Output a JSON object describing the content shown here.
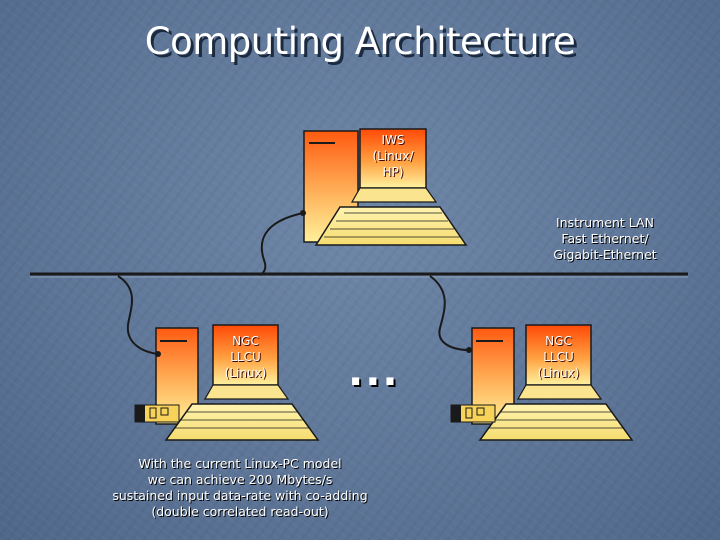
{
  "title": "Computing Architecture",
  "network_label": [
    "Instrument LAN",
    "Fast Ethernet/",
    "Gigabit-Ethernet"
  ],
  "ellipsis": "...",
  "caption": [
    "With the current Linux-PC model",
    "we can achieve 200 Mbytes/s",
    "sustained input data-rate with co-adding",
    "(double correlated read-out)"
  ],
  "computers": [
    {
      "id": "iws",
      "screen_lines": [
        "IWS",
        "(Linux/",
        "HP)"
      ]
    },
    {
      "id": "ngc-llcu-1",
      "screen_lines": [
        "NGC",
        "LLCU",
        "(Linux)"
      ]
    },
    {
      "id": "ngc-llcu-2",
      "screen_lines": [
        "NGC",
        "LLCU",
        "(Linux)"
      ]
    }
  ],
  "colors": {
    "background": "#5d7597",
    "screen_top": "#ff5a0a",
    "screen_bottom": "#fff08a",
    "keyboard": "#fde88a",
    "network_line": "#1a1a1a"
  }
}
